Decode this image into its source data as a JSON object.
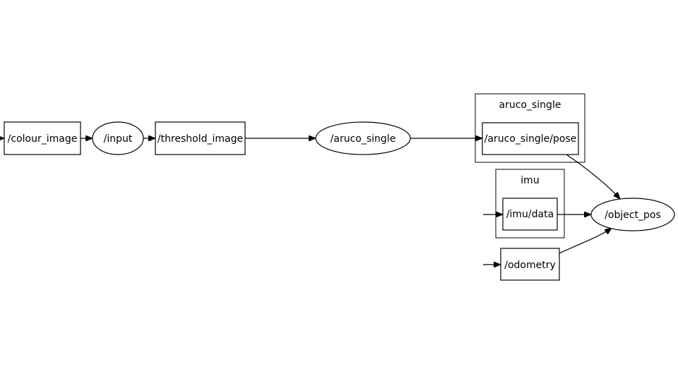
{
  "graph": {
    "clusters": {
      "aruco_single": "aruco_single",
      "imu": "imu"
    },
    "topics": {
      "colour_image": "/colour_image",
      "threshold_image": "/threshold_image",
      "aruco_single_pose": "/aruco_single/pose",
      "imu_data": "/imu/data",
      "odometry": "/odometry"
    },
    "nodes": {
      "input": "/input",
      "aruco_single": "/aruco_single",
      "object_pos": "/object_pos"
    }
  }
}
